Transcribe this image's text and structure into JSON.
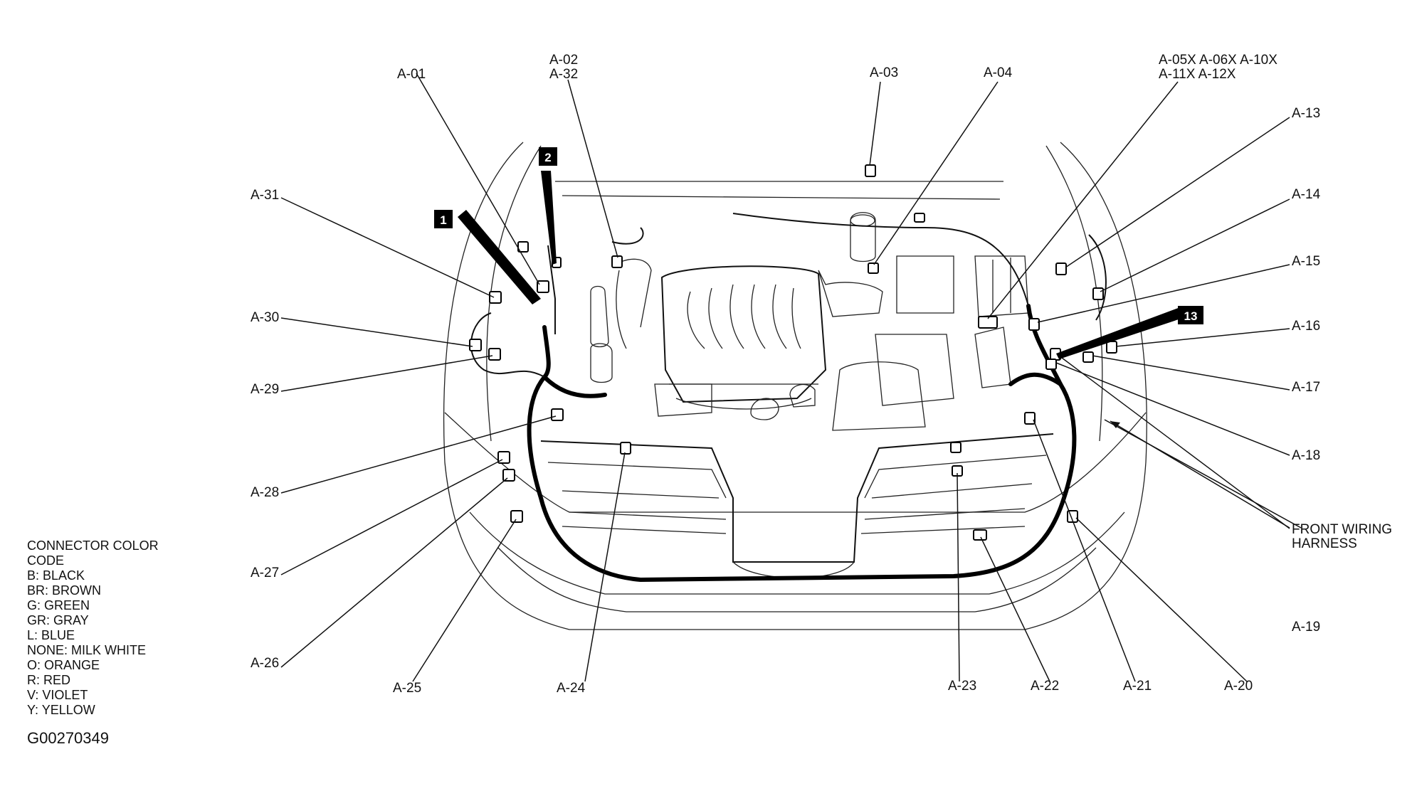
{
  "connectors": {
    "a01": "A-01",
    "a02": "A-02",
    "a32": "A-32",
    "a03": "A-03",
    "a04": "A-04",
    "group_line1": "A-05X A-06X A-10X",
    "group_line2": "A-11X A-12X",
    "a13": "A-13",
    "a14": "A-14",
    "a15": "A-15",
    "a16": "A-16",
    "a17": "A-17",
    "a18": "A-18",
    "a19": "A-19",
    "a20": "A-20",
    "a21": "A-21",
    "a22": "A-22",
    "a23": "A-23",
    "a24": "A-24",
    "a25": "A-25",
    "a26": "A-26",
    "a27": "A-27",
    "a28": "A-28",
    "a29": "A-29",
    "a30": "A-30",
    "a31": "A-31"
  },
  "harness_label": {
    "line1": "FRONT WIRING",
    "line2": "HARNESS"
  },
  "callouts": {
    "c1": "1",
    "c2": "2",
    "c13": "13"
  },
  "legend": {
    "title_line1": "CONNECTOR COLOR",
    "title_line2": "CODE",
    "items": [
      "B: BLACK",
      "BR: BROWN",
      "G: GREEN",
      "GR: GRAY",
      "L: BLUE",
      "NONE: MILK WHITE",
      "O: ORANGE",
      "R: RED",
      "V: VIOLET",
      "Y: YELLOW"
    ]
  },
  "figure_id": "G00270349"
}
